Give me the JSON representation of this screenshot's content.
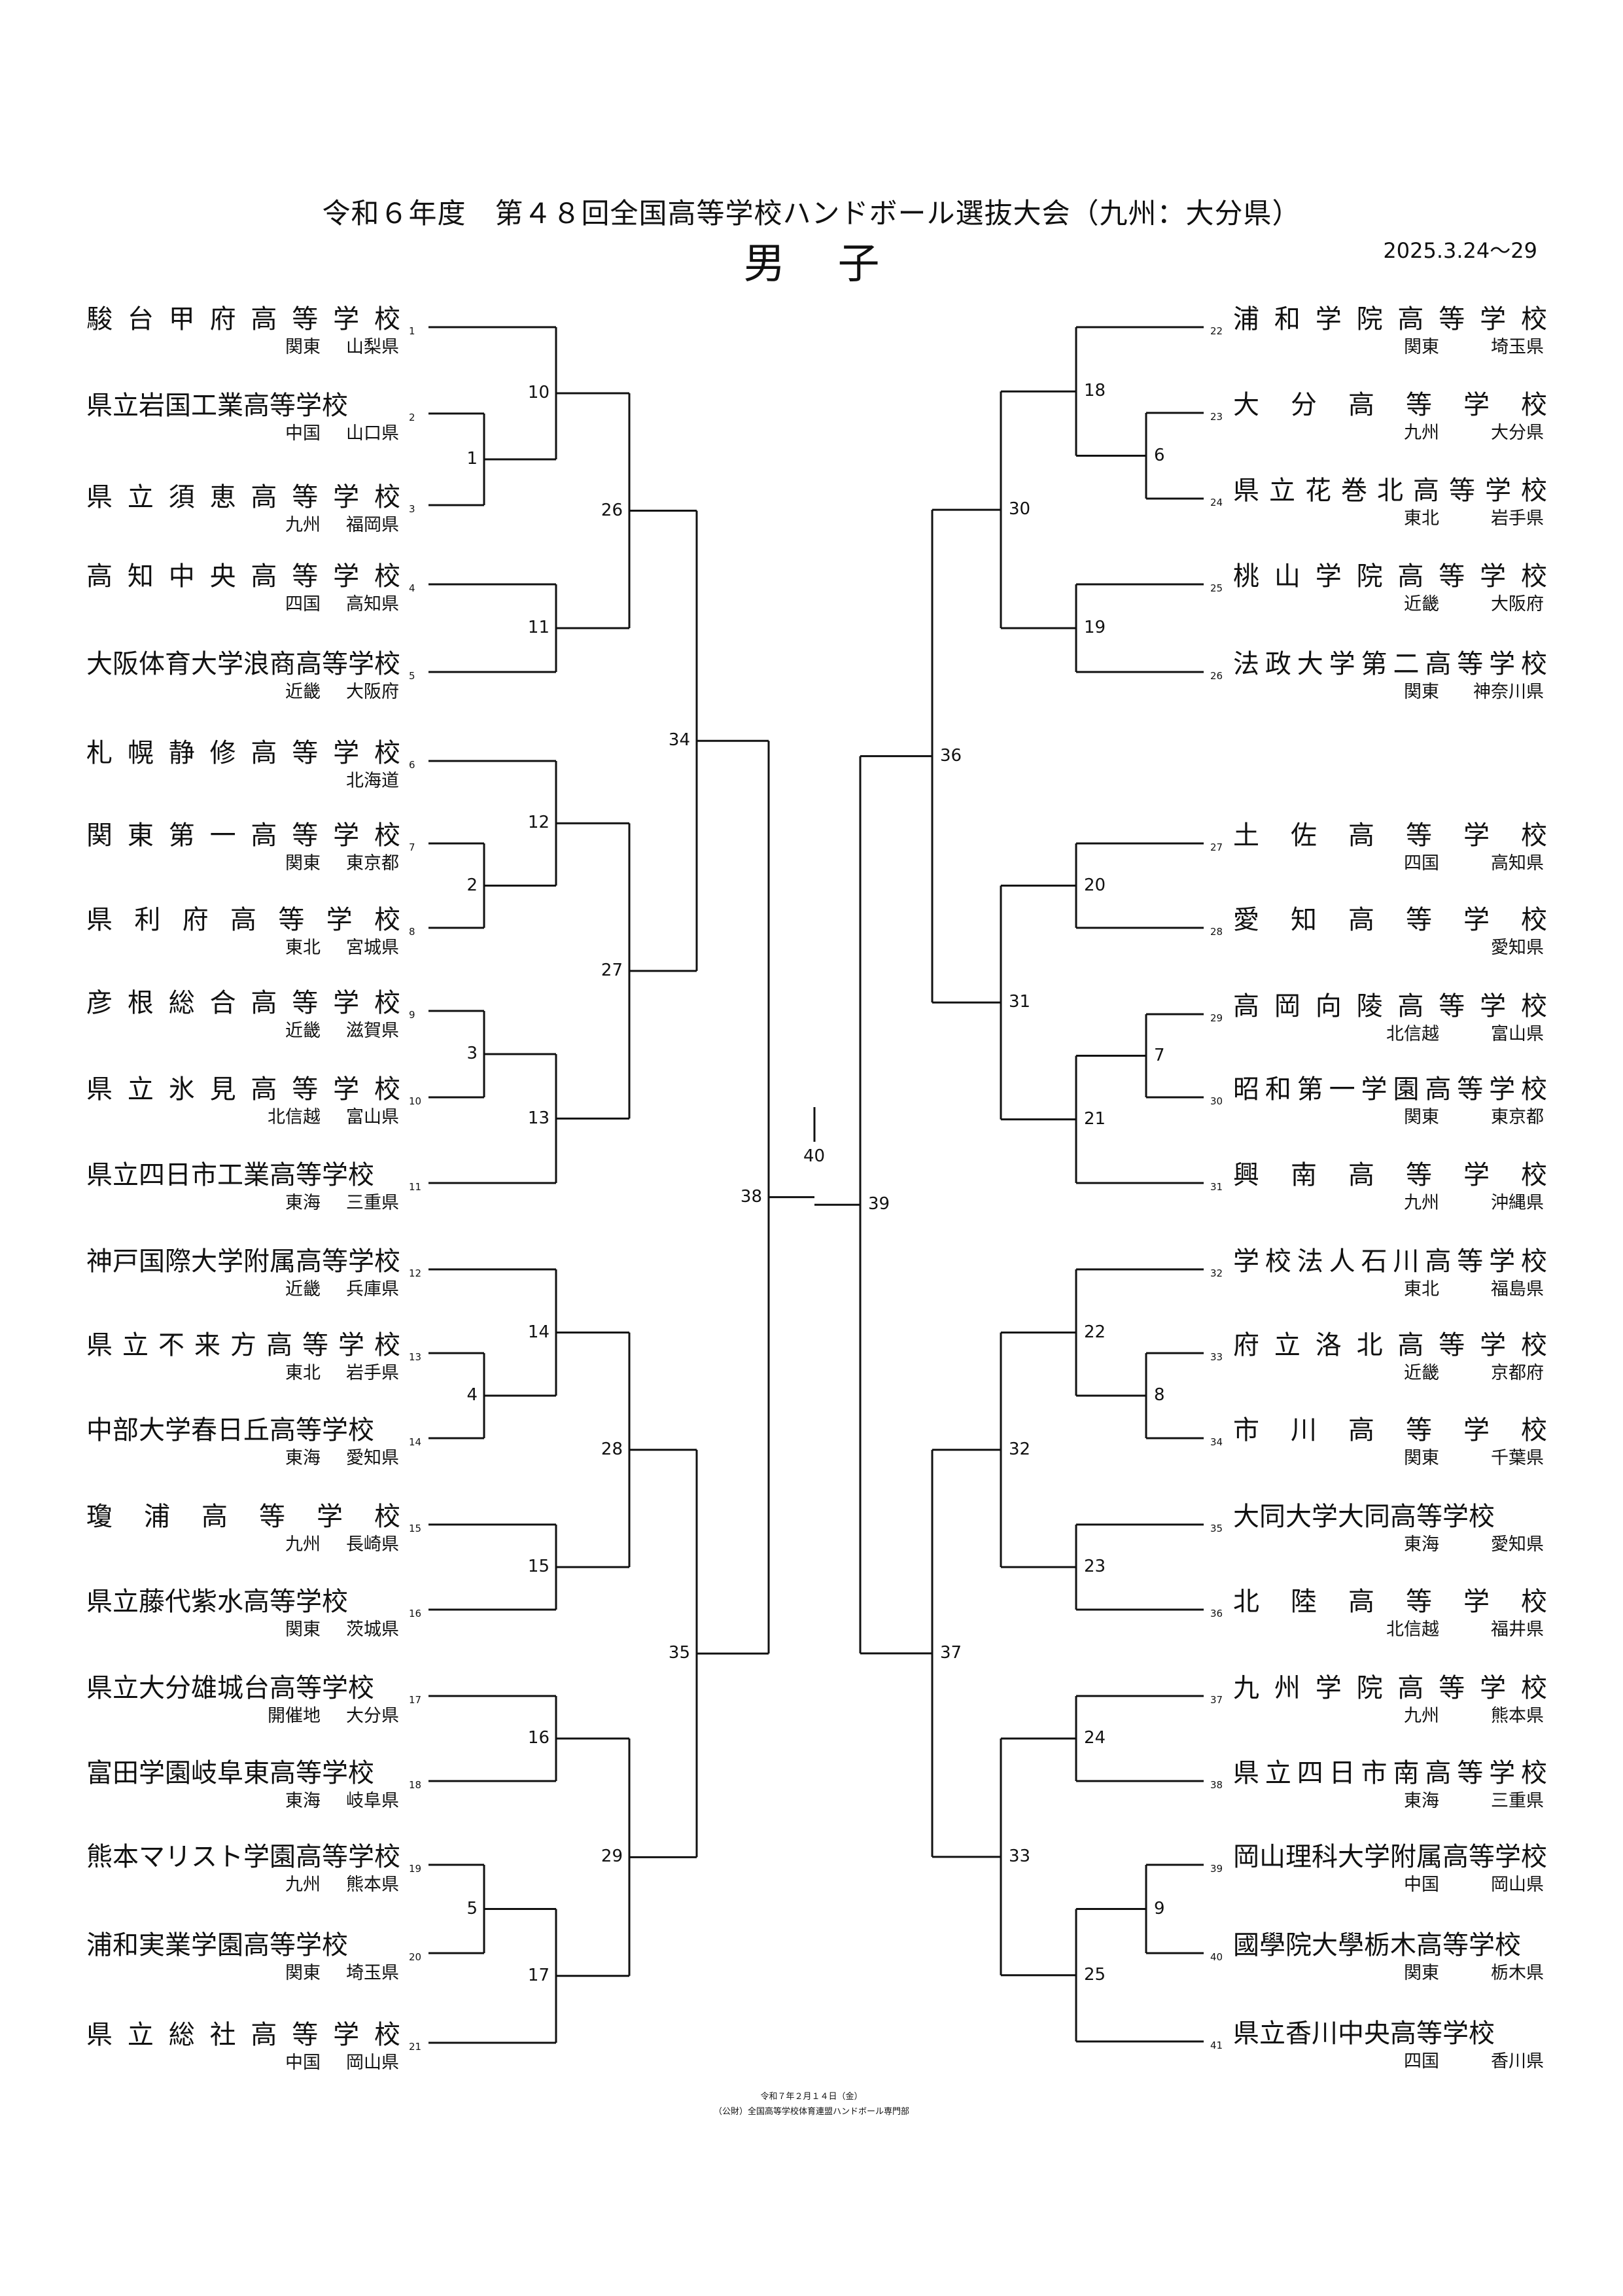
{
  "header": {
    "title": "令和６年度　第４８回全国高等学校ハンドボール選抜大会（九州：大分県）",
    "subtitle": "男子",
    "date": "2025.3.24～29"
  },
  "footer": {
    "line1": "令和７年２月１４日（金）",
    "line2": "（公財）全国高等学校体育連盟ハンドボール専門部"
  },
  "left_teams": [
    {
      "seed": "1",
      "name": "駿台甲府高等学校",
      "spaced": true,
      "block": "関東",
      "pref": "山梨県"
    },
    {
      "seed": "2",
      "name": "県立岩国工業高等学校",
      "spaced": false,
      "block": "中国",
      "pref": "山口県"
    },
    {
      "seed": "3",
      "name": "県立須恵高等学校",
      "spaced": true,
      "block": "九州",
      "pref": "福岡県"
    },
    {
      "seed": "4",
      "name": "高知中央高等学校",
      "spaced": true,
      "block": "四国",
      "pref": "高知県"
    },
    {
      "seed": "5",
      "name": "大阪体育大学浪商高等学校",
      "spaced": false,
      "block": "近畿",
      "pref": "大阪府"
    },
    {
      "seed": "6",
      "name": "札幌静修高等学校",
      "spaced": true,
      "block": "",
      "pref": "北海道"
    },
    {
      "seed": "7",
      "name": "関東第一高等学校",
      "spaced": true,
      "block": "関東",
      "pref": "東京都"
    },
    {
      "seed": "8",
      "name": "県利府高等学校",
      "spaced": true,
      "block": "東北",
      "pref": "宮城県"
    },
    {
      "seed": "9",
      "name": "彦根総合高等学校",
      "spaced": true,
      "block": "近畿",
      "pref": "滋賀県"
    },
    {
      "seed": "10",
      "name": "県立氷見高等学校",
      "spaced": true,
      "block": "北信越",
      "pref": "富山県"
    },
    {
      "seed": "11",
      "name": "県立四日市工業高等学校",
      "spaced": false,
      "block": "東海",
      "pref": "三重県"
    },
    {
      "seed": "12",
      "name": "神戸国際大学附属高等学校",
      "spaced": false,
      "block": "近畿",
      "pref": "兵庫県"
    },
    {
      "seed": "13",
      "name": "県立不来方高等学校",
      "spaced": true,
      "block": "東北",
      "pref": "岩手県"
    },
    {
      "seed": "14",
      "name": "中部大学春日丘高等学校",
      "spaced": false,
      "block": "東海",
      "pref": "愛知県"
    },
    {
      "seed": "15",
      "name": "瓊浦高等学校",
      "spaced": true,
      "block": "九州",
      "pref": "長崎県"
    },
    {
      "seed": "16",
      "name": "県立藤代紫水高等学校",
      "spaced": false,
      "block": "関東",
      "pref": "茨城県"
    },
    {
      "seed": "17",
      "name": "県立大分雄城台高等学校",
      "spaced": false,
      "block": "開催地",
      "pref": "大分県"
    },
    {
      "seed": "18",
      "name": "富田学園岐阜東高等学校",
      "spaced": false,
      "block": "東海",
      "pref": "岐阜県"
    },
    {
      "seed": "19",
      "name": "熊本マリスト学園高等学校",
      "spaced": false,
      "block": "九州",
      "pref": "熊本県"
    },
    {
      "seed": "20",
      "name": "浦和実業学園高等学校",
      "spaced": false,
      "block": "関東",
      "pref": "埼玉県"
    },
    {
      "seed": "21",
      "name": "県立総社高等学校",
      "spaced": true,
      "block": "中国",
      "pref": "岡山県"
    }
  ],
  "right_teams": [
    {
      "seed": "22",
      "name": "浦和学院高等学校",
      "spaced": true,
      "block": "関東",
      "pref": "埼玉県"
    },
    {
      "seed": "23",
      "name": "大分高等学校",
      "spaced": true,
      "block": "九州",
      "pref": "大分県"
    },
    {
      "seed": "24",
      "name": "県立花巻北高等学校",
      "spaced": true,
      "block": "東北",
      "pref": "岩手県"
    },
    {
      "seed": "25",
      "name": "桃山学院高等学校",
      "spaced": true,
      "block": "近畿",
      "pref": "大阪府"
    },
    {
      "seed": "26",
      "name": "法政大学第二高等学校",
      "spaced": true,
      "block": "関東",
      "pref": "神奈川県"
    },
    {
      "seed": "27",
      "name": "土佐高等学校",
      "spaced": true,
      "block": "四国",
      "pref": "高知県"
    },
    {
      "seed": "28",
      "name": "愛知高等学校",
      "spaced": true,
      "block": "",
      "pref": "愛知県"
    },
    {
      "seed": "29",
      "name": "高岡向陵高等学校",
      "spaced": true,
      "block": "北信越",
      "pref": "富山県"
    },
    {
      "seed": "30",
      "name": "昭和第一学園高等学校",
      "spaced": true,
      "block": "関東",
      "pref": "東京都"
    },
    {
      "seed": "31",
      "name": "興南高等学校",
      "spaced": true,
      "block": "九州",
      "pref": "沖縄県"
    },
    {
      "seed": "32",
      "name": "学校法人石川高等学校",
      "spaced": true,
      "block": "東北",
      "pref": "福島県"
    },
    {
      "seed": "33",
      "name": "府立洛北高等学校",
      "spaced": true,
      "block": "近畿",
      "pref": "京都府"
    },
    {
      "seed": "34",
      "name": "市川高等学校",
      "spaced": true,
      "block": "関東",
      "pref": "千葉県"
    },
    {
      "seed": "35",
      "name": "大同大学大同高等学校",
      "spaced": false,
      "block": "東海",
      "pref": "愛知県"
    },
    {
      "seed": "36",
      "name": "北陸高等学校",
      "spaced": true,
      "block": "北信越",
      "pref": "福井県"
    },
    {
      "seed": "37",
      "name": "九州学院高等学校",
      "spaced": true,
      "block": "九州",
      "pref": "熊本県"
    },
    {
      "seed": "38",
      "name": "県立四日市南高等学校",
      "spaced": true,
      "block": "東海",
      "pref": "三重県"
    },
    {
      "seed": "39",
      "name": "岡山理科大学附属高等学校",
      "spaced": false,
      "block": "中国",
      "pref": "岡山県"
    },
    {
      "seed": "40",
      "name": "國學院大學栃木高等学校",
      "spaced": false,
      "block": "関東",
      "pref": "栃木県"
    },
    {
      "seed": "41",
      "name": "県立香川中央高等学校",
      "spaced": false,
      "block": "四国",
      "pref": "香川県"
    }
  ],
  "left_matches": [
    {
      "no": "1"
    },
    {
      "no": "2"
    },
    {
      "no": "3"
    },
    {
      "no": "4"
    },
    {
      "no": "5"
    },
    {
      "no": "10"
    },
    {
      "no": "11"
    },
    {
      "no": "12"
    },
    {
      "no": "13"
    },
    {
      "no": "14"
    },
    {
      "no": "15"
    },
    {
      "no": "16"
    },
    {
      "no": "17"
    },
    {
      "no": "26"
    },
    {
      "no": "27"
    },
    {
      "no": "28"
    },
    {
      "no": "29"
    },
    {
      "no": "34"
    },
    {
      "no": "35"
    },
    {
      "no": "38"
    }
  ],
  "right_matches": [
    {
      "no": "6"
    },
    {
      "no": "7"
    },
    {
      "no": "8"
    },
    {
      "no": "9"
    },
    {
      "no": "18"
    },
    {
      "no": "19"
    },
    {
      "no": "20"
    },
    {
      "no": "21"
    },
    {
      "no": "22"
    },
    {
      "no": "23"
    },
    {
      "no": "24"
    },
    {
      "no": "25"
    },
    {
      "no": "30"
    },
    {
      "no": "31"
    },
    {
      "no": "32"
    },
    {
      "no": "33"
    },
    {
      "no": "36"
    },
    {
      "no": "37"
    },
    {
      "no": "39"
    }
  ],
  "final": {
    "no": "40"
  }
}
